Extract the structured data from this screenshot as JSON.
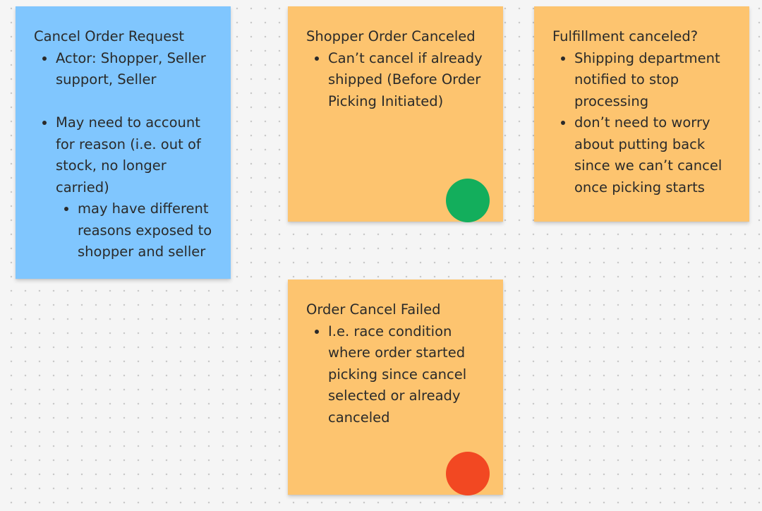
{
  "stickies": {
    "cancel_request": {
      "title": "Cancel Order Request",
      "items": [
        "Actor: Shopper, Seller support, Seller",
        "May need to account for reason (i.e. out of stock, no longer carried)"
      ],
      "subitems": [
        "may have different reasons exposed to shopper and seller"
      ],
      "color": "#80c6fe"
    },
    "shopper_canceled": {
      "title": "Shopper Order Canceled",
      "items": [
        "Can’t cancel if already shipped (Before Order Picking Initiated)"
      ],
      "color": "#fdc46f",
      "status_dot": "green",
      "status_color": "#13ae5c"
    },
    "fulfillment_canceled": {
      "title": "Fulfillment canceled?",
      "items": [
        "Shipping department notified to stop processing",
        "don’t need to worry about putting back since we can’t cancel once picking starts"
      ],
      "color": "#fdc46f"
    },
    "cancel_failed": {
      "title": "Order Cancel Failed",
      "items": [
        "I.e. race condition where order started picking since cancel selected or already canceled"
      ],
      "color": "#fdc46f",
      "status_dot": "red",
      "status_color": "#f24822"
    }
  }
}
